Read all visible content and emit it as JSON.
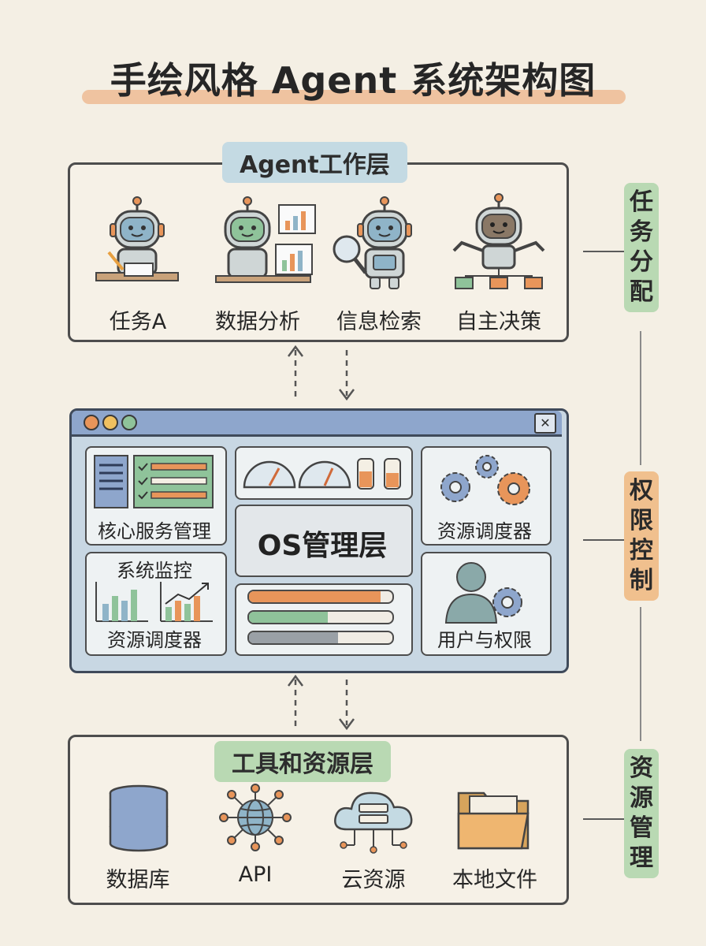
{
  "title": "手绘风格 Agent 系统架构图",
  "agent_layer": {
    "label": "Agent工作层",
    "cards": [
      {
        "label": "任务A",
        "icon": "robot-writing-icon"
      },
      {
        "label": "数据分析",
        "icon": "robot-analysis-icon"
      },
      {
        "label": "信息检索",
        "icon": "robot-search-icon"
      },
      {
        "label": "自主决策",
        "icon": "robot-decision-icon"
      }
    ]
  },
  "os_layer": {
    "center_label": "OS管理层",
    "panels": {
      "core": "核心服务管理",
      "scheduler_top": "资源调度器",
      "monitor_title": "系统监控",
      "monitor_bottom": "资源调度器",
      "users": "用户与权限"
    },
    "close_glyph": "✕",
    "progress": [
      0.92,
      0.55,
      0.62
    ]
  },
  "tools_layer": {
    "label": "工具和资源层",
    "items": [
      {
        "label": "数据库",
        "icon": "database-icon"
      },
      {
        "label": "API",
        "icon": "globe-icon"
      },
      {
        "label": "云资源",
        "icon": "cloud-server-icon"
      },
      {
        "label": "本地文件",
        "icon": "folder-icon"
      }
    ]
  },
  "side_tags": [
    {
      "label": "任务分配",
      "color": "#b9d9b3"
    },
    {
      "label": "权限控制",
      "color": "#f0c08e"
    },
    {
      "label": "资源管理",
      "color": "#b9d9b3"
    }
  ],
  "colors": {
    "blue": "#8fb4c8",
    "green": "#8fc39a",
    "orange": "#e8955a",
    "slate": "#8ea6cc"
  }
}
